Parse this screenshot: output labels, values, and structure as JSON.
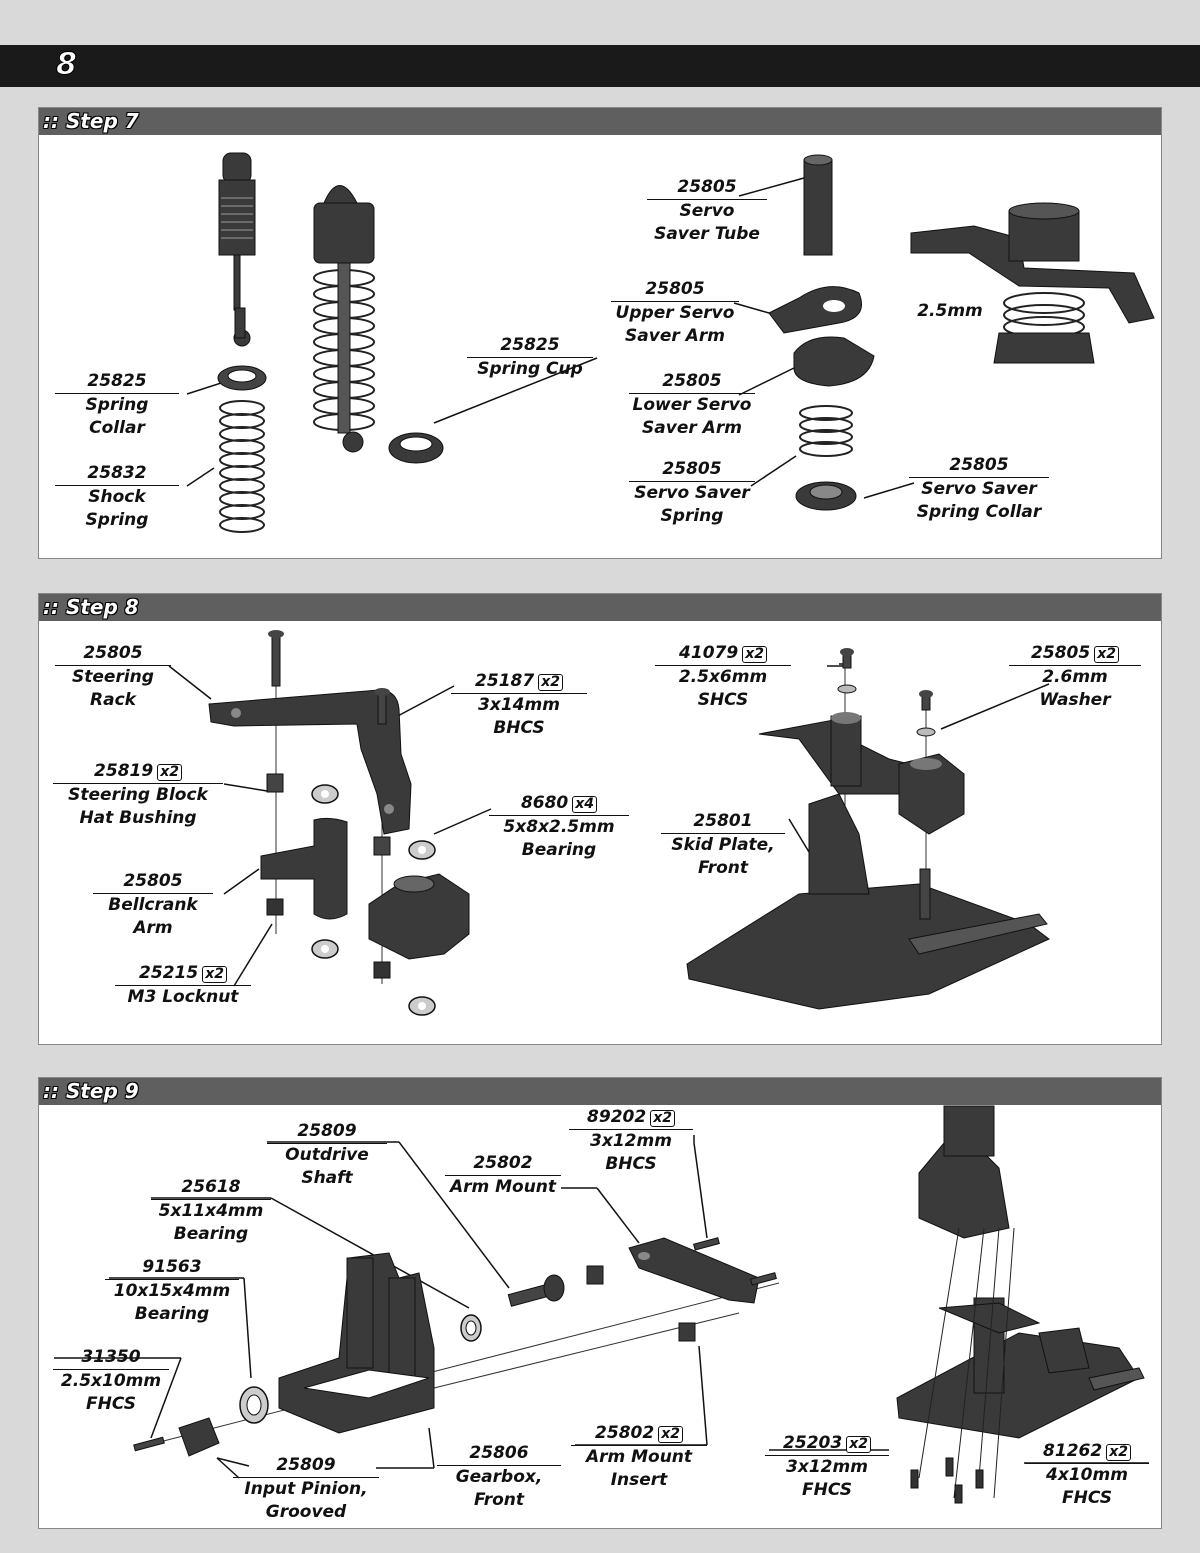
{
  "page_number": "8",
  "steps": [
    {
      "title": ":: Step 7",
      "labels": [
        {
          "pn": "25825",
          "qty": "",
          "desc": [
            "Spring",
            "Collar"
          ]
        },
        {
          "pn": "25832",
          "qty": "",
          "desc": [
            "Shock",
            "Spring"
          ]
        },
        {
          "pn": "25825",
          "qty": "",
          "desc": [
            "Spring Cup"
          ]
        },
        {
          "pn": "25805",
          "qty": "",
          "desc": [
            "Servo",
            "Saver Tube"
          ]
        },
        {
          "pn": "25805",
          "qty": "",
          "desc": [
            "Upper Servo",
            "Saver Arm"
          ]
        },
        {
          "pn": "25805",
          "qty": "",
          "desc": [
            "Lower Servo",
            "Saver Arm"
          ]
        },
        {
          "pn": "25805",
          "qty": "",
          "desc": [
            "Servo Saver",
            "Spring"
          ]
        },
        {
          "pn": "25805",
          "qty": "",
          "desc": [
            "Servo Saver",
            "Spring Collar"
          ]
        }
      ],
      "note": "2.5mm"
    },
    {
      "title": ":: Step 8",
      "labels": [
        {
          "pn": "25805",
          "qty": "",
          "desc": [
            "Steering",
            "Rack"
          ]
        },
        {
          "pn": "25187",
          "qty": "x2",
          "desc": [
            "3x14mm",
            "BHCS"
          ]
        },
        {
          "pn": "25819",
          "qty": "x2",
          "desc": [
            "Steering Block",
            "Hat Bushing"
          ]
        },
        {
          "pn": "8680",
          "qty": "x4",
          "desc": [
            "5x8x2.5mm",
            "Bearing"
          ]
        },
        {
          "pn": "25805",
          "qty": "",
          "desc": [
            "Bellcrank",
            "Arm"
          ]
        },
        {
          "pn": "25215",
          "qty": "x2",
          "desc": [
            "M3 Locknut"
          ]
        },
        {
          "pn": "41079",
          "qty": "x2",
          "desc": [
            "2.5x6mm",
            "SHCS"
          ]
        },
        {
          "pn": "25805",
          "qty": "x2",
          "desc": [
            "2.6mm",
            "Washer"
          ]
        },
        {
          "pn": "25801",
          "qty": "",
          "desc": [
            "Skid Plate,",
            "Front"
          ]
        }
      ]
    },
    {
      "title": ":: Step 9",
      "labels": [
        {
          "pn": "25809",
          "qty": "",
          "desc": [
            "Outdrive",
            "Shaft"
          ]
        },
        {
          "pn": "89202",
          "qty": "x2",
          "desc": [
            "3x12mm",
            "BHCS"
          ]
        },
        {
          "pn": "25802",
          "qty": "",
          "desc": [
            "Arm Mount"
          ]
        },
        {
          "pn": "25618",
          "qty": "",
          "desc": [
            "5x11x4mm",
            "Bearing"
          ]
        },
        {
          "pn": "91563",
          "qty": "",
          "desc": [
            "10x15x4mm",
            "Bearing"
          ]
        },
        {
          "pn": "31350",
          "qty": "",
          "desc": [
            "2.5x10mm",
            "FHCS"
          ]
        },
        {
          "pn": "25809",
          "qty": "",
          "desc": [
            "Input Pinion,",
            "Grooved"
          ]
        },
        {
          "pn": "25806",
          "qty": "",
          "desc": [
            "Gearbox,",
            "Front"
          ]
        },
        {
          "pn": "25802",
          "qty": "x2",
          "desc": [
            "Arm Mount",
            "Insert"
          ]
        },
        {
          "pn": "25203",
          "qty": "x2",
          "desc": [
            "3x12mm",
            "FHCS"
          ]
        },
        {
          "pn": "81262",
          "qty": "x2",
          "desc": [
            "4x10mm",
            "FHCS"
          ]
        }
      ]
    }
  ]
}
